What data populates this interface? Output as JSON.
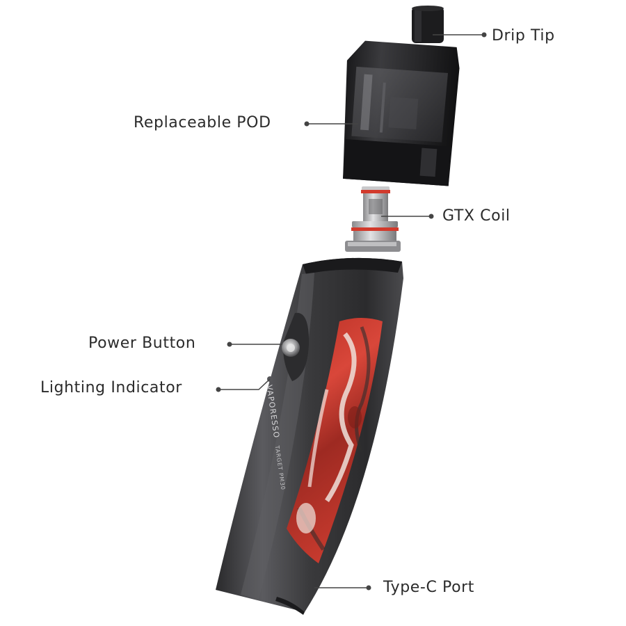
{
  "callouts": {
    "drip_tip": "Drip Tip",
    "replaceable_pod": "Replaceable POD",
    "gtx_coil": "GTX Coil",
    "power_button": "Power Button",
    "lighting_indicator": "Lighting Indicator",
    "type_c_port": "Type-C Port"
  },
  "device_print": {
    "brand": "VAPORESSO",
    "model": "TARGET PM30"
  },
  "colors": {
    "body": "#3a3a3c",
    "body_highlight": "#6b6b6f",
    "resin_red": "#c8382c",
    "resin_light": "#e8cfc8",
    "pod_dark": "#1e1e20",
    "coil_metal": "#b9b9bb",
    "coil_ring": "#d23a2c",
    "leader_line": "#444444"
  }
}
